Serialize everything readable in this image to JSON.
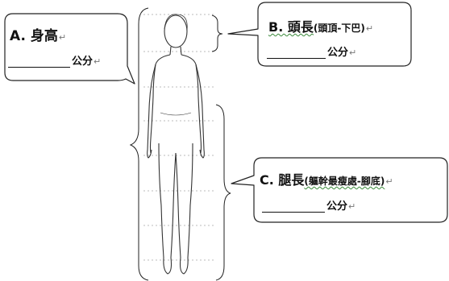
{
  "callouts": {
    "height": {
      "title": "A. 身高",
      "unit": "公分",
      "mark": "↵"
    },
    "head": {
      "title": "B. 頭長",
      "subtitle": "(頭頂-下巴)",
      "unit": "公分",
      "mark": "↵"
    },
    "leg": {
      "title": "C. 腿長",
      "subtitle": "(軀幹最瘦處-腳底)",
      "unit": "公分",
      "mark": "↵"
    }
  },
  "colors": {
    "outline": "#333333",
    "guide": "#bbbbbb",
    "squiggle": "#3a8a3a"
  }
}
